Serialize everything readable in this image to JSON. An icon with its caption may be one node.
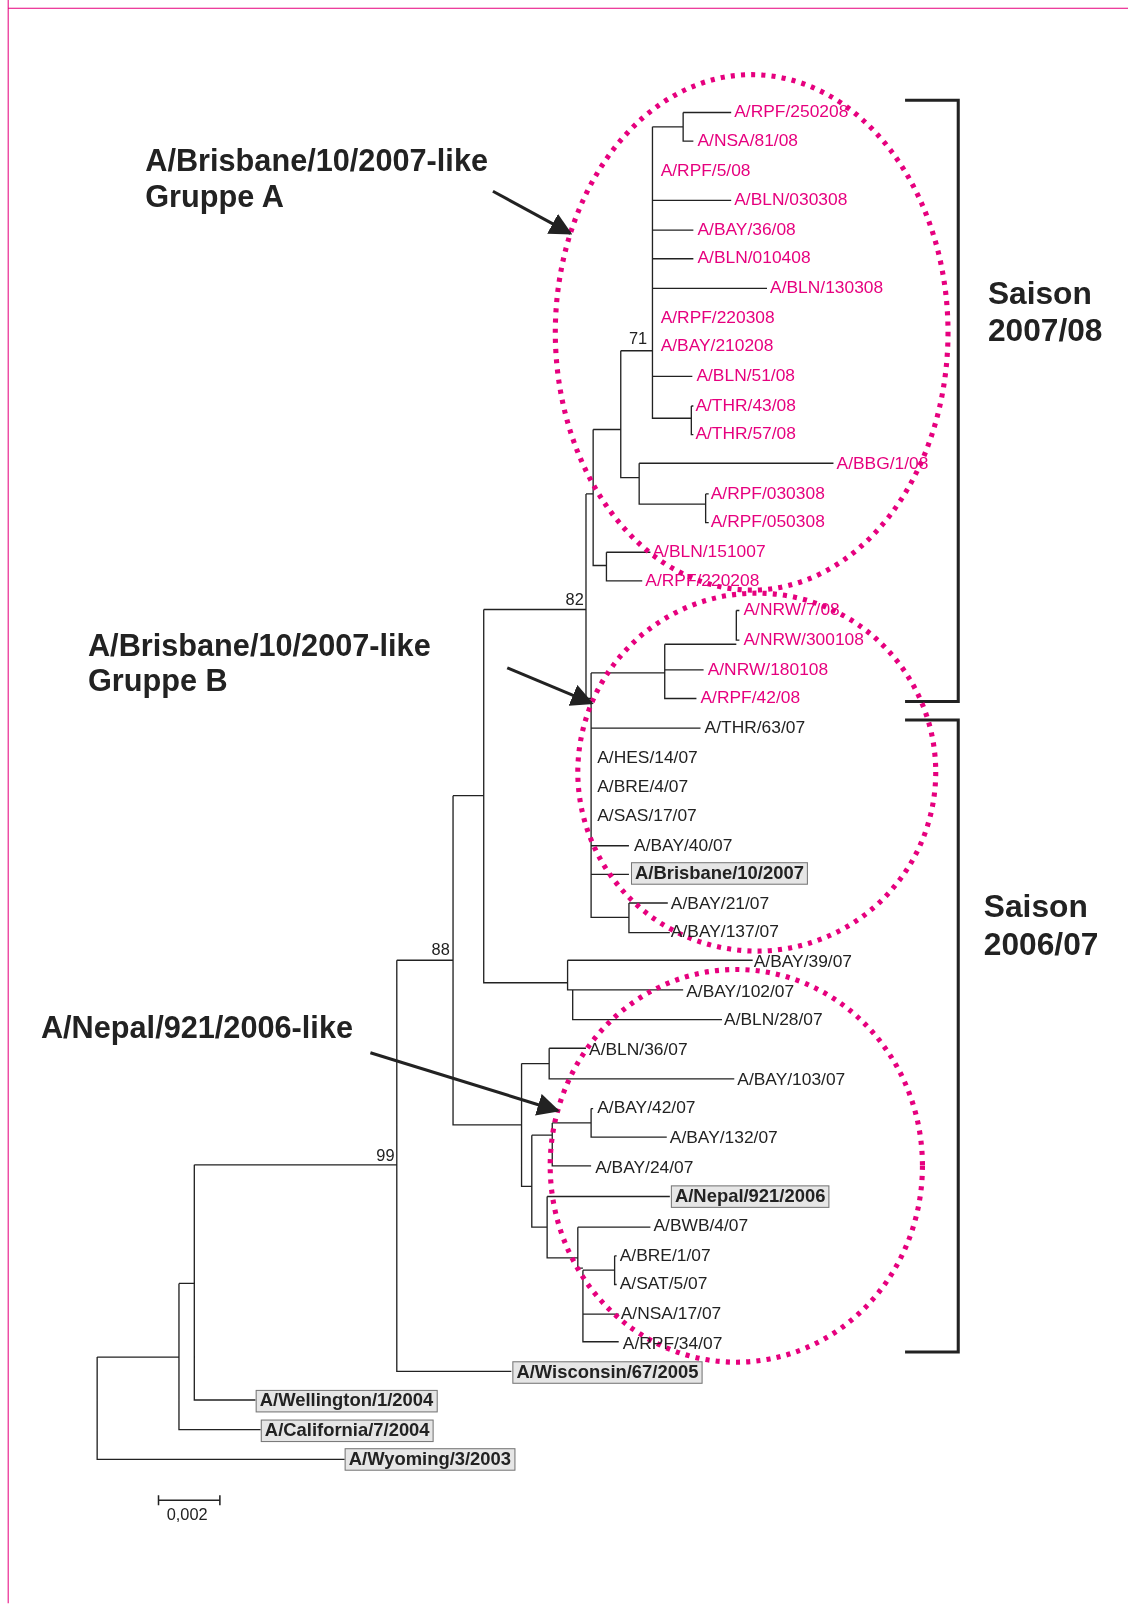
{
  "diagram": {
    "nodes": [
      {
        "text": [
          "A/Brisbane/10/2007-like Gruppe A"
        ]
      },
      {
        "text": [],
        "shape": "circle"
      },
      {
        "text": [
          "A/Brisbane/10/2007-like Gruppe B"
        ]
      },
      {
        "text": [],
        "shape": "circle"
      },
      {
        "text": [
          "A/Nepal/921/2006-like"
        ]
      },
      {
        "text": [],
        "shape": "circle"
      }
    ],
    "edges": [
      {
        "from": 0,
        "to": 1,
        "arrow": "to"
      },
      {
        "from": 2,
        "to": 3,
        "arrow": "to"
      },
      {
        "from": 4,
        "to": 5,
        "arrow": "to"
      }
    ],
    "labels": [
      "A/RPF/250208",
      "A/NSA/81/08",
      "A/RPF/5/08",
      "A/BLN/030308",
      "A/BAY/36/08",
      "A/BLN/010408",
      "A/BLN/130308",
      "A/RPF/220308",
      "Saison 2007/08",
      "71",
      "A/BAY/210208",
      "A/BLN/51/08",
      "A/THR/43/08",
      "A/THR/57/08",
      "A/BBG/1/08",
      "A/RPF/030308",
      "A/RPF/050308",
      "A/BLN/151007",
      "A/RPF/220208",
      "82",
      "A/NRW/7/08",
      "A/NRW/300108",
      "A/NRW/180108",
      "A/RPF/42/08",
      "A/THR/63/07",
      "A/HES/14/07",
      "A/BRE/4/07",
      "A/SAS/17/07",
      "A/BAY/40/07",
      "A/Brisbane/10/2007",
      "A/BAY/21/07",
      "A/BAY/137/07",
      "Saison 2006/07",
      "88",
      "A/BAY/39/07",
      "A/BAY/102/07",
      "A/BLN/28/07",
      "A/BLN/36/07",
      "A/BAY/103/07",
      "A/BAY/42/07",
      "A/BAY/132/07",
      "99",
      "A/BAY/24/07",
      "A/Nepal/921/2006",
      "A/BWB/4/07",
      "A/BRE/1/07",
      "A/SAT/5/07",
      "A/NSA/17/07",
      "A/RPF/34/07",
      "A/Wisconsin/67/2005",
      "A/Wellington/1/2004",
      "A/California/7/2004",
      "A/Wyoming/3/2003",
      "0,002"
    ]
  }
}
